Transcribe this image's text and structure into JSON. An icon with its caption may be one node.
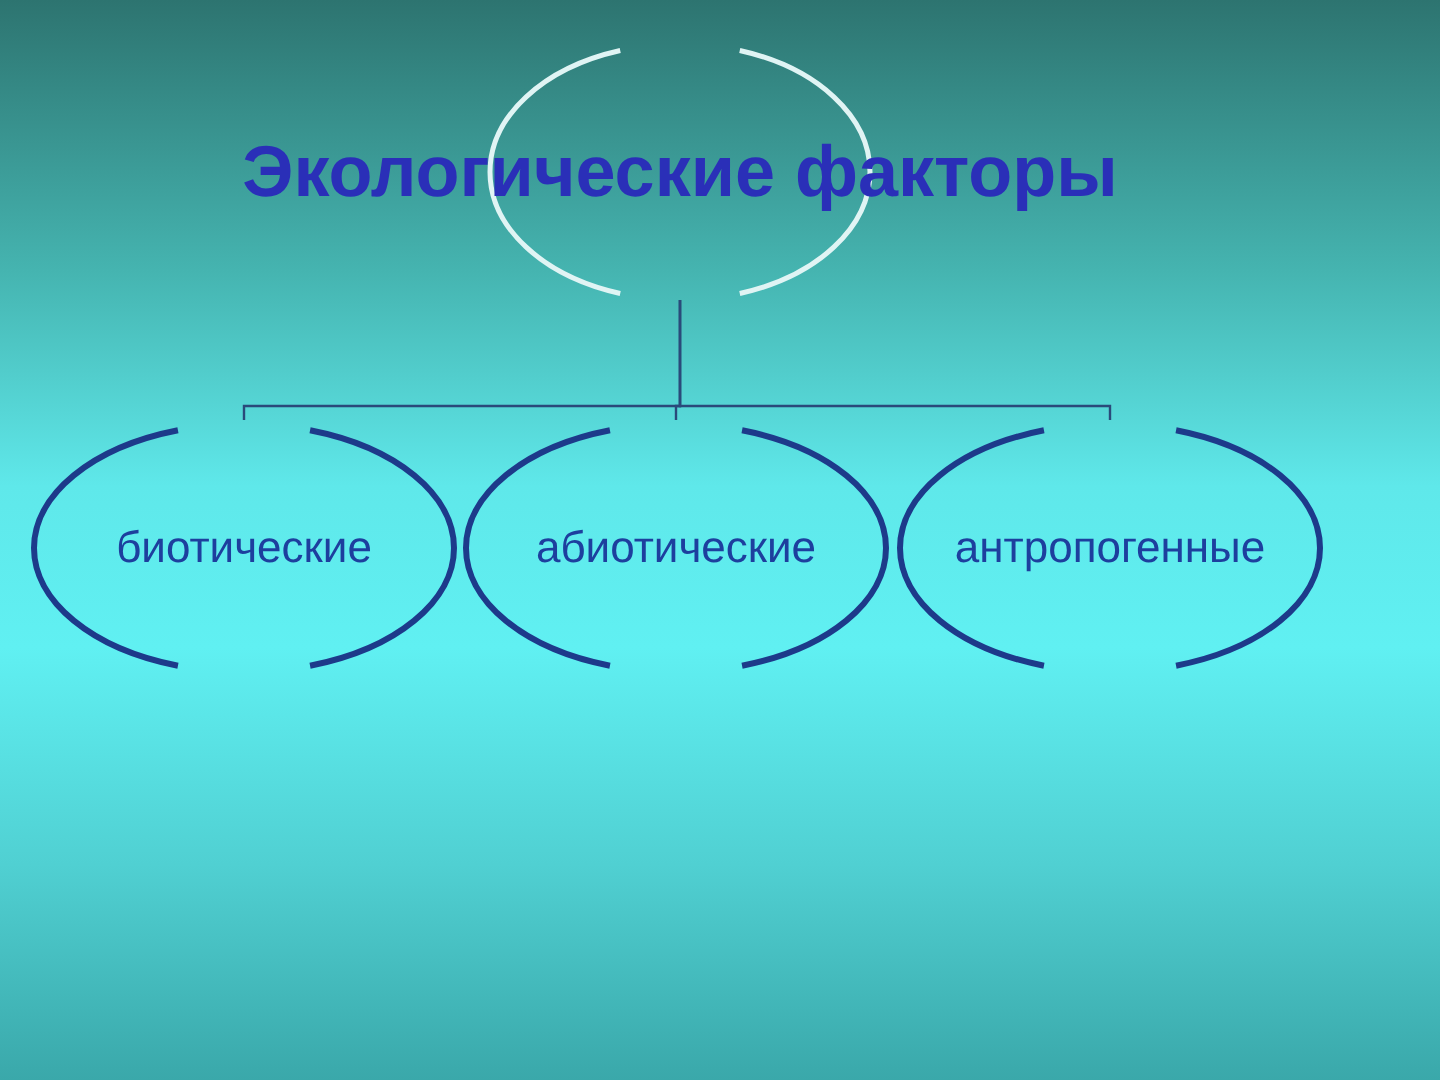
{
  "diagram": {
    "nodes": [
      {
        "text": [
          "Экологические факторы"
        ]
      },
      {
        "text": [
          "биотические"
        ]
      },
      {
        "text": [
          "абиотические"
        ]
      },
      {
        "text": [
          "антропогенные"
        ]
      }
    ],
    "edges": [
      {
        "from": 0,
        "to": 1,
        "arrow": "none"
      },
      {
        "from": 0,
        "to": 2,
        "arrow": "none"
      },
      {
        "from": 0,
        "to": 3,
        "arrow": "none"
      }
    ]
  }
}
